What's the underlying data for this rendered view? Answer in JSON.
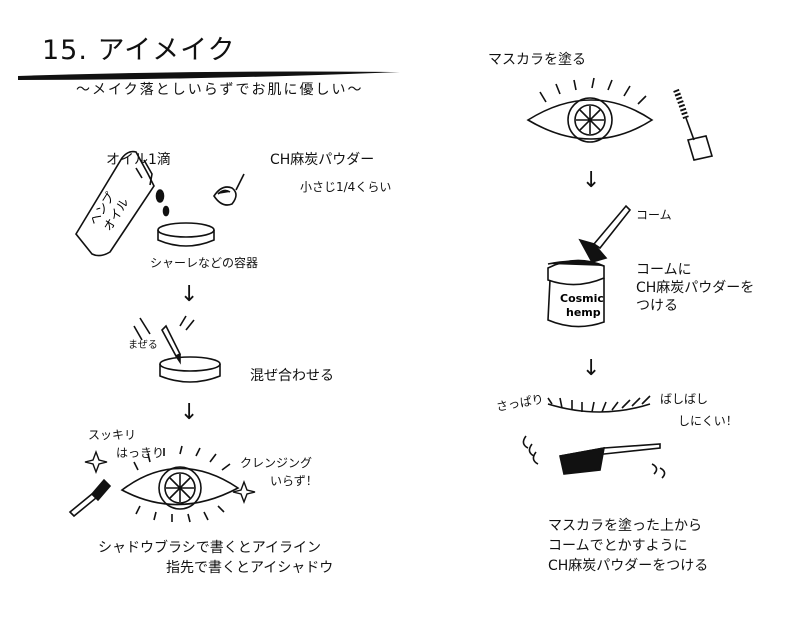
{
  "title": "15. アイメイク",
  "subtitle": "〜メイク落としいらずでお肌に優しい〜",
  "left": {
    "oil_label": "オイル1滴",
    "bottle_text": [
      "ヘンプ",
      "オイル"
    ],
    "powder_label": "CH麻炭パウダー",
    "powder_amount": "小さじ1/4くらい",
    "container_label": "シャーレなどの容器",
    "stir_label": "まぜる",
    "mix_label": "混ぜ合わせる",
    "sukkiri": "スッキリ",
    "hakkiri": "はっきり",
    "cleansing_line1": "クレンジング",
    "cleansing_line2": "いらず！",
    "caption_line1": "シャドウブラシで書くとアイライン",
    "caption_line2": "指先で書くとアイシャドウ"
  },
  "right": {
    "mascara_label": "マスカラを塗る",
    "comb_label": "コーム",
    "jar_text": [
      "Cosmic",
      "hemp"
    ],
    "comb_powder_line1": "コームに",
    "comb_powder_line2": "CH麻炭パウダーを",
    "comb_powder_line3": "つける",
    "sappari": "さっぱり",
    "bashibashi_line1": "ばしばし",
    "bashibashi_line2": "しにくい！",
    "caption_line1": "マスカラを塗った上から",
    "caption_line2": "コームでとかすように",
    "caption_line3": "CH麻炭パウダーをつける"
  },
  "arrow": "↓"
}
